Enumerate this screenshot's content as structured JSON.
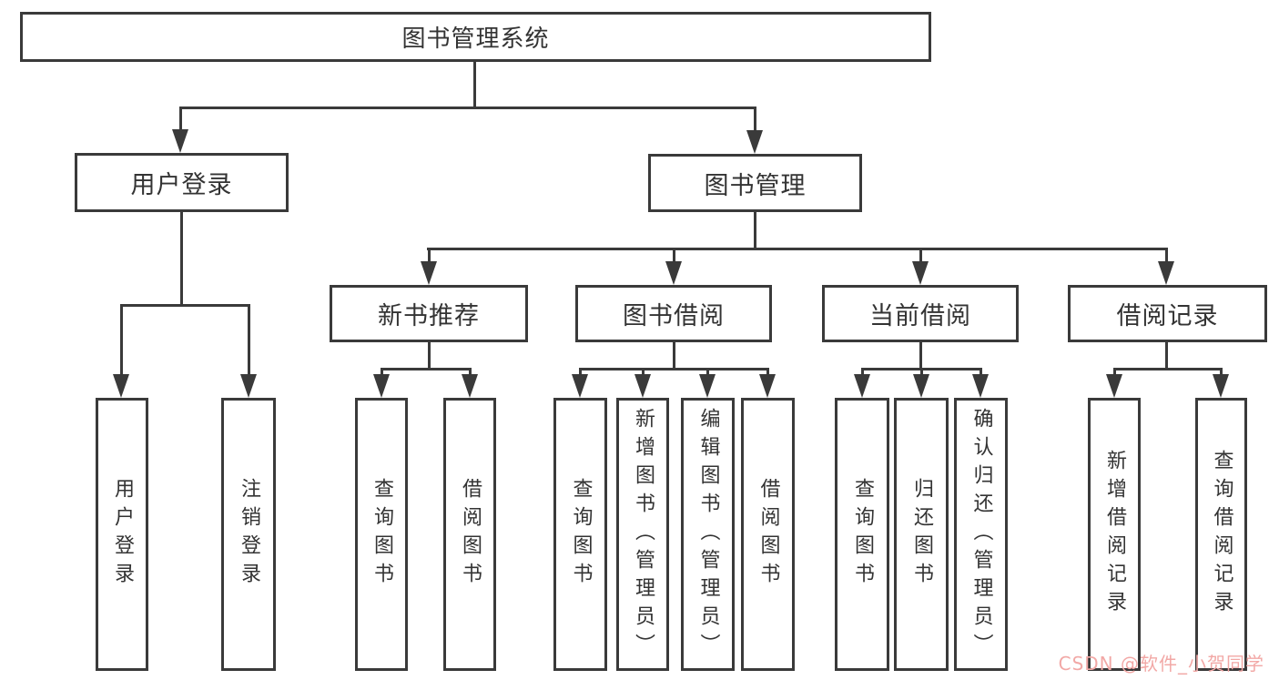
{
  "diagram": {
    "root": {
      "label": "图书管理系统"
    },
    "branches": [
      {
        "label": "用户登录",
        "children": [
          {
            "label": "用户登录"
          },
          {
            "label": "注销登录"
          }
        ]
      },
      {
        "label": "图书管理",
        "children": [
          {
            "label": "新书推荐",
            "children": [
              {
                "label": "查询图书"
              },
              {
                "label": "借阅图书"
              }
            ]
          },
          {
            "label": "图书借阅",
            "children": [
              {
                "label": "查询图书"
              },
              {
                "label": "新增图书（管理员）"
              },
              {
                "label": "编辑图书（管理员）"
              },
              {
                "label": "借阅图书"
              }
            ]
          },
          {
            "label": "当前借阅",
            "children": [
              {
                "label": "查询图书"
              },
              {
                "label": "归还图书"
              },
              {
                "label": "确认归还（管理员）"
              }
            ]
          },
          {
            "label": "借阅记录",
            "children": [
              {
                "label": "新增借阅记录"
              },
              {
                "label": "查询借阅记录"
              }
            ]
          }
        ]
      }
    ]
  },
  "watermark": {
    "text": "CSDN @软件_小贺同学",
    "color": "#f2a8a6"
  },
  "colors": {
    "line": "#3a3a3a",
    "box_border": "#3a3a3a",
    "text": "#333333",
    "background": "#ffffff"
  }
}
